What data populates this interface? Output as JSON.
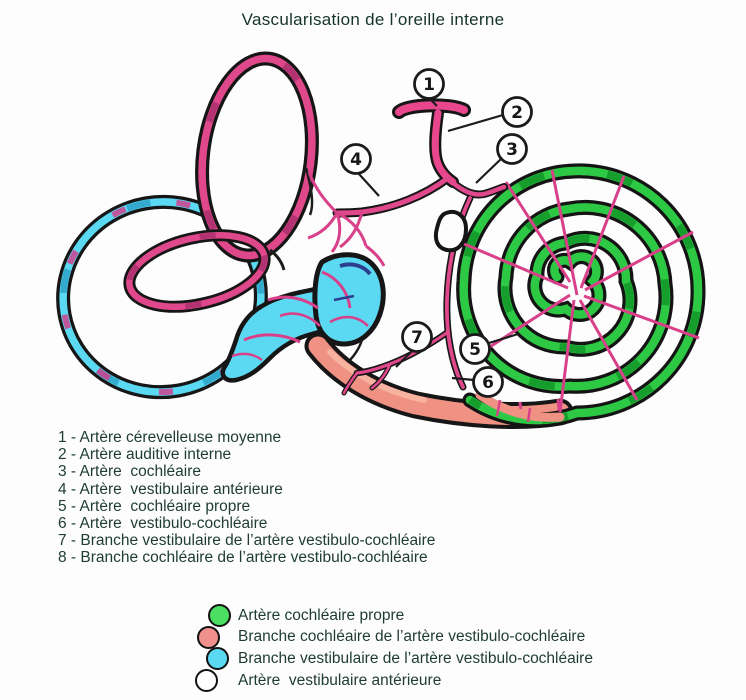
{
  "title": "Vascularisation de l’oreille interne",
  "diagram": {
    "callouts": [
      {
        "label": "1"
      },
      {
        "label": "2"
      },
      {
        "label": "3"
      },
      {
        "label": "4"
      },
      {
        "label": "5"
      },
      {
        "label": "6"
      },
      {
        "label": "7"
      }
    ],
    "structure_colors": {
      "artery_pink": "#e0488c",
      "cochlear_artery_green": "#2ec944",
      "vestibular_branch_cyan": "#5cd9f2",
      "cochlear_branch_salmon": "#ef9283"
    }
  },
  "numbered_list": {
    "items": [
      "1 - Artère cérevelleuse moyenne",
      "2 - Artère auditive interne",
      "3 - Artère  cochléaire",
      "4 - Artère  vestibulaire antérieure",
      "5 - Artère  cochléaire propre",
      "6 - Artère  vestibulo-cochléaire",
      "7 - Branche vestibulaire de l’artère vestibulo-cochléaire",
      "8 - Branche cochléaire de l’artère vestibulo-cochléaire"
    ]
  },
  "color_legend": {
    "items": [
      {
        "label": "Artère cochléaire propre",
        "color": "#4ade63"
      },
      {
        "label": "Branche cochléaire de l’artère vestibulo-cochléaire",
        "color": "#f0908c"
      },
      {
        "label": "Branche vestibulaire de l’artère vestibulo-cochléaire",
        "color": "#5cd9f2"
      },
      {
        "label": "Artère  vestibulaire antérieure",
        "color": "#ffffff"
      }
    ]
  }
}
